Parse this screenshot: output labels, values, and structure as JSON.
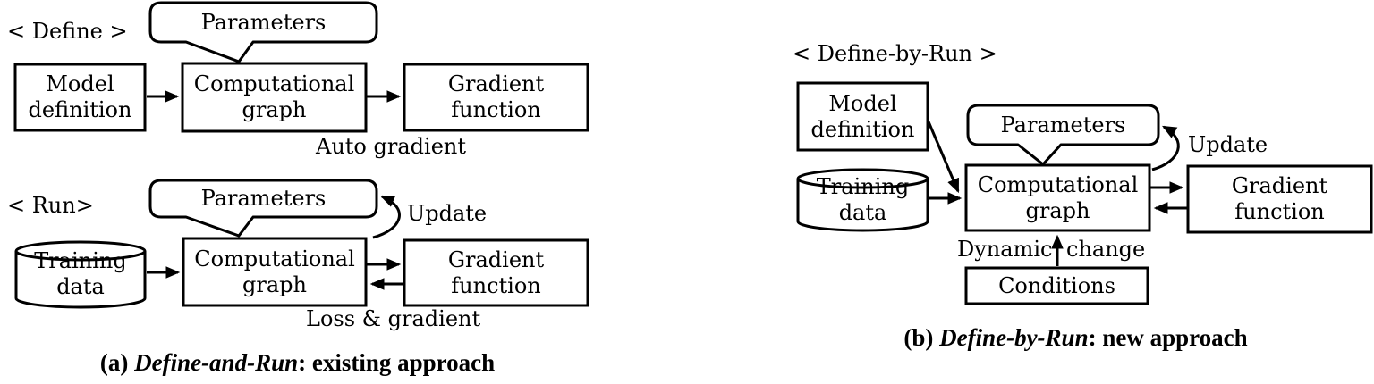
{
  "colors": {
    "line": "#000000",
    "background": "#ffffff",
    "text": "#000000"
  },
  "panel_a": {
    "define_label": "< Define >",
    "run_label": "< Run>",
    "parameters_define": "Parameters",
    "parameters_run": "Parameters",
    "model_definition_line1": "Model",
    "model_definition_line2": "definition",
    "computational_graph_line1": "Computational",
    "computational_graph_line2": "graph",
    "gradient_function_line1": "Gradient",
    "gradient_function_line2": "function",
    "training_data_line1": "Training",
    "training_data_line2": "data",
    "auto_gradient_label": "Auto gradient",
    "update_label": "Update",
    "loss_gradient_label": "Loss & gradient",
    "caption_prefix": "(a) ",
    "caption_italic": "Define-and-Run",
    "caption_suffix": ": existing approach"
  },
  "panel_b": {
    "define_by_run_label": "< Define-by-Run >",
    "parameters": "Parameters",
    "model_definition_line1": "Model",
    "model_definition_line2": "definition",
    "training_data_line1": "Training",
    "training_data_line2": "data",
    "computational_graph_line1": "Computational",
    "computational_graph_line2": "graph",
    "gradient_function_line1": "Gradient",
    "gradient_function_line2": "function",
    "update_label": "Update",
    "dynamic_label": "Dynamic",
    "change_label": "change",
    "conditions_label": "Conditions",
    "caption_prefix": "(b) ",
    "caption_italic": "Define-by-Run",
    "caption_suffix": ": new approach"
  }
}
